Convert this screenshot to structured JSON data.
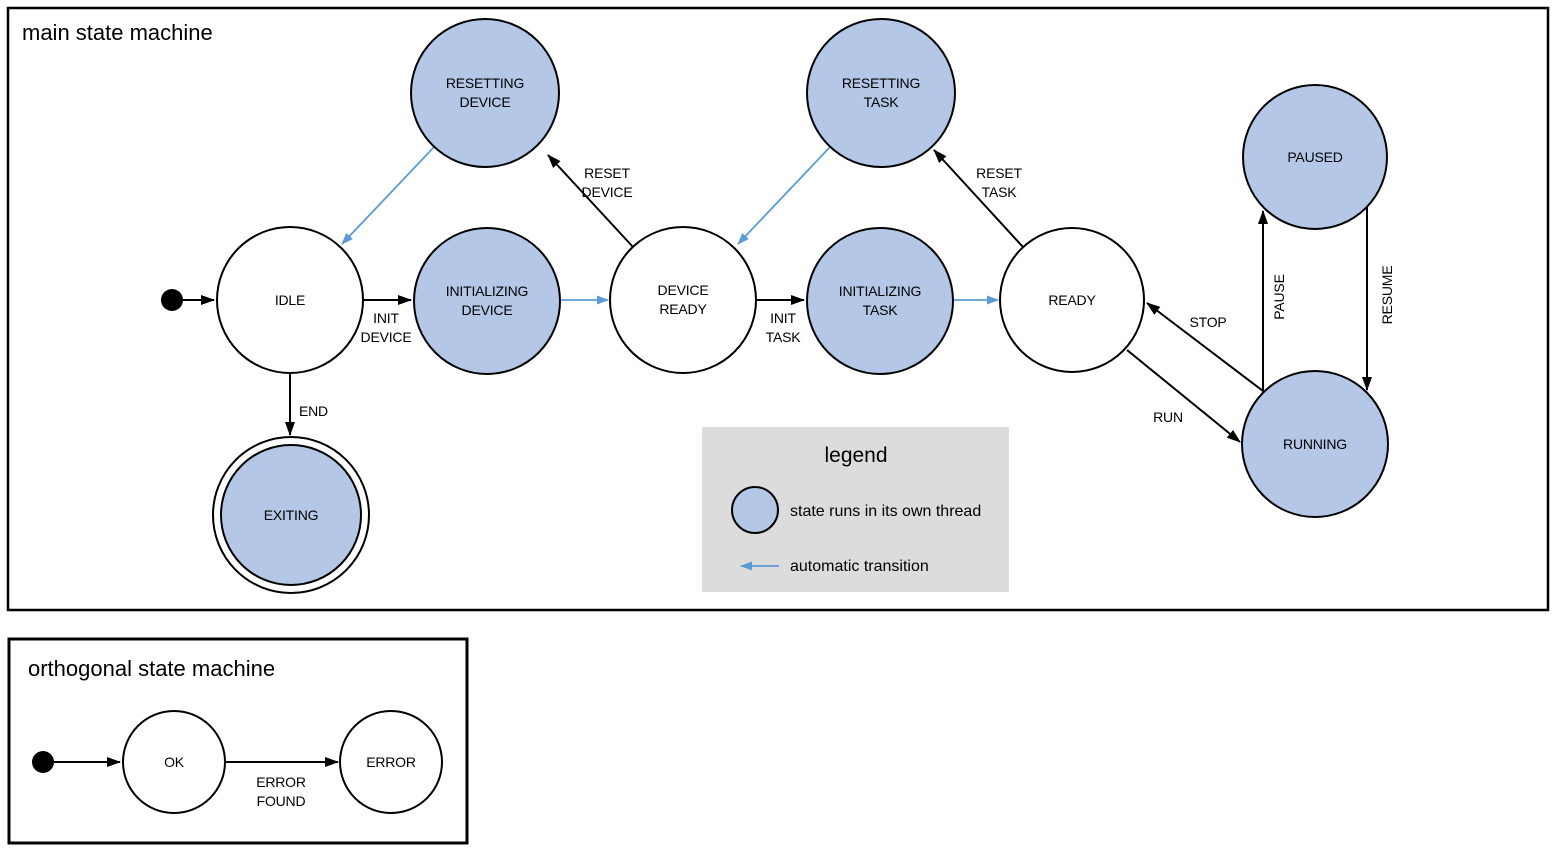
{
  "colors": {
    "thread_state_fill": "#b4c7e7",
    "auto_transition_blue": "#5b9bd5",
    "legend_bg": "#dcdcdc",
    "diagram_stroke": "#000000"
  },
  "main": {
    "title": "main state machine",
    "states": {
      "idle": {
        "label": "IDLE"
      },
      "initializing_device": {
        "line1": "INITIALIZING",
        "line2": "DEVICE"
      },
      "device_ready": {
        "line1": "DEVICE",
        "line2": "READY"
      },
      "resetting_device": {
        "line1": "RESETTING",
        "line2": "DEVICE"
      },
      "resetting_task": {
        "line1": "RESETTING",
        "line2": "TASK"
      },
      "initializing_task": {
        "line1": "INITIALIZING",
        "line2": "TASK"
      },
      "ready": {
        "label": "READY"
      },
      "paused": {
        "label": "PAUSED"
      },
      "running": {
        "label": "RUNNING"
      },
      "exiting": {
        "label": "EXITING"
      }
    },
    "transitions": {
      "init_device": {
        "line1": "INIT",
        "line2": "DEVICE"
      },
      "init_task": {
        "line1": "INIT",
        "line2": "TASK"
      },
      "reset_device": {
        "line1": "RESET",
        "line2": "DEVICE"
      },
      "reset_task": {
        "line1": "RESET",
        "line2": "TASK"
      },
      "end": {
        "label": "END"
      },
      "run": {
        "label": "RUN"
      },
      "stop": {
        "label": "STOP"
      },
      "pause": {
        "label": "PAUSE"
      },
      "resume": {
        "label": "RESUME"
      }
    }
  },
  "legend": {
    "title": "legend",
    "thread_item": "state runs in its own thread",
    "auto_item": "automatic transition"
  },
  "orthogonal": {
    "title": "orthogonal state machine",
    "states": {
      "ok": {
        "label": "OK"
      },
      "error": {
        "label": "ERROR"
      }
    },
    "transitions": {
      "error_found": {
        "line1": "ERROR",
        "line2": "FOUND"
      }
    }
  }
}
